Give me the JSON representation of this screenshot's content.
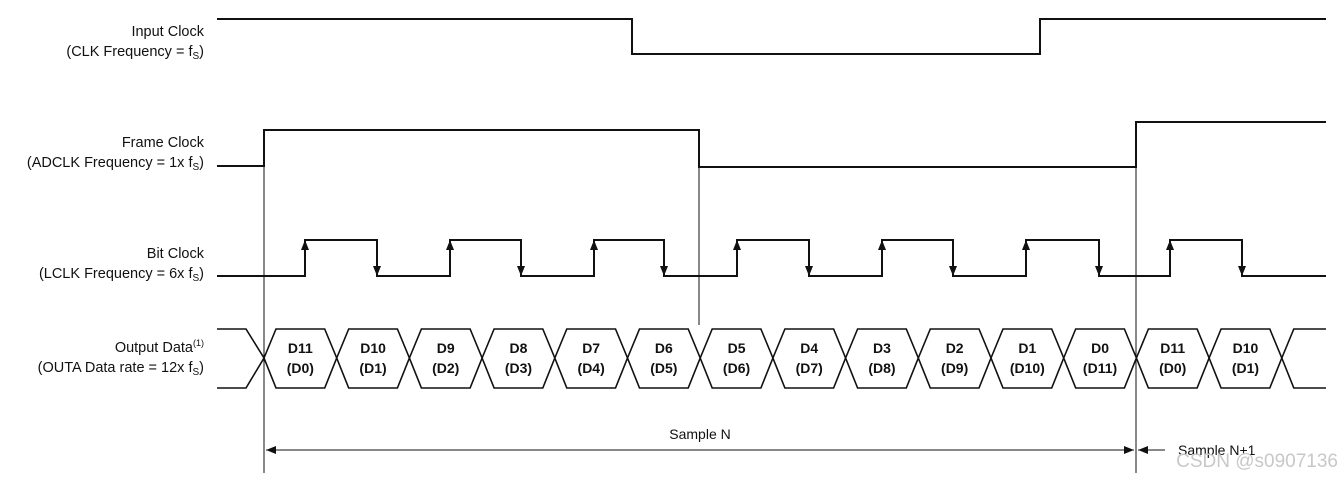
{
  "signals": [
    {
      "id": "input-clock",
      "line1": "Input Clock",
      "line2_pre": "(CLK Frequency = f",
      "line2_sub": "S",
      "line2_post": ")"
    },
    {
      "id": "frame-clock",
      "line1": "Frame Clock",
      "line2_pre": "(ADCLK Frequency = 1x f",
      "line2_sub": "S",
      "line2_post": ")"
    },
    {
      "id": "bit-clock",
      "line1": "Bit Clock",
      "line2_pre": "(LCLK Frequency = 6x f",
      "line2_sub": "S",
      "line2_post": ")"
    },
    {
      "id": "output-data",
      "line1": "Output Data",
      "line1_sup": "(1)",
      "line2_pre": "(OUTA Data rate = 12x f",
      "line2_sub": "S",
      "line2_post": ")"
    }
  ],
  "data_cells": [
    {
      "top": "D11",
      "bottom": "(D0)"
    },
    {
      "top": "D10",
      "bottom": "(D1)"
    },
    {
      "top": "D9",
      "bottom": "(D2)"
    },
    {
      "top": "D8",
      "bottom": "(D3)"
    },
    {
      "top": "D7",
      "bottom": "(D4)"
    },
    {
      "top": "D6",
      "bottom": "(D5)"
    },
    {
      "top": "D5",
      "bottom": "(D6)"
    },
    {
      "top": "D4",
      "bottom": "(D7)"
    },
    {
      "top": "D3",
      "bottom": "(D8)"
    },
    {
      "top": "D2",
      "bottom": "(D9)"
    },
    {
      "top": "D1",
      "bottom": "(D10)"
    },
    {
      "top": "D0",
      "bottom": "(D11)"
    },
    {
      "top": "D11",
      "bottom": "(D0)"
    },
    {
      "top": "D10",
      "bottom": "(D1)"
    }
  ],
  "annotations": {
    "sample_n": "Sample N",
    "sample_n1": "Sample N+1"
  },
  "watermark": "CSDN @s0907136",
  "colors": {
    "line": "#111111",
    "watermark": "#c8c8c8"
  }
}
